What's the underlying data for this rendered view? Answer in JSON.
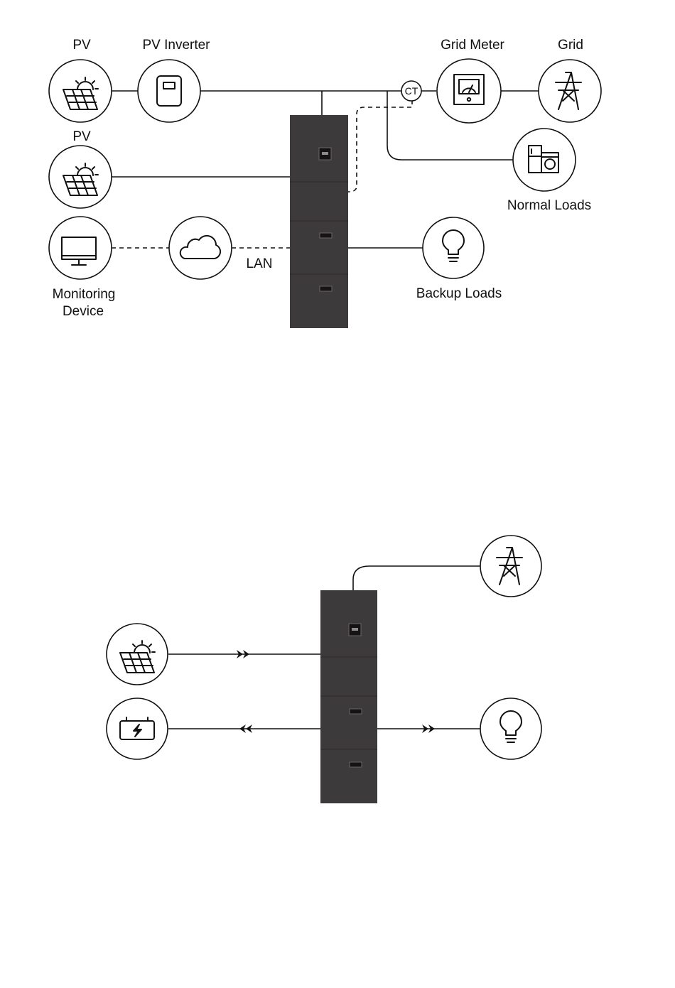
{
  "diagram1": {
    "labels": {
      "pv_top": "PV",
      "pv_inverter": "PV Inverter",
      "grid_meter": "Grid Meter",
      "grid": "Grid",
      "pv_mid": "PV",
      "normal_loads": "Normal Loads",
      "lan": "LAN",
      "backup_loads": "Backup Loads",
      "monitoring_line1": "Monitoring",
      "monitoring_line2": "Device",
      "ct": "CT"
    },
    "icons": {
      "pv_top": "solar-panel-icon",
      "pv_inverter": "inverter-icon",
      "grid_meter": "meter-icon",
      "grid": "power-tower-icon",
      "pv_mid": "solar-panel-icon",
      "normal_loads": "appliances-icon",
      "monitoring": "monitor-icon",
      "cloud": "cloud-icon",
      "backup_loads": "light-bulb-icon"
    }
  },
  "diagram2": {
    "icons": {
      "grid": "power-tower-icon",
      "pv": "solar-panel-icon",
      "battery": "battery-icon",
      "load": "light-bulb-icon"
    }
  },
  "colors": {
    "unit_body": "#3d3a3b",
    "line": "#111111",
    "background": "#ffffff"
  }
}
